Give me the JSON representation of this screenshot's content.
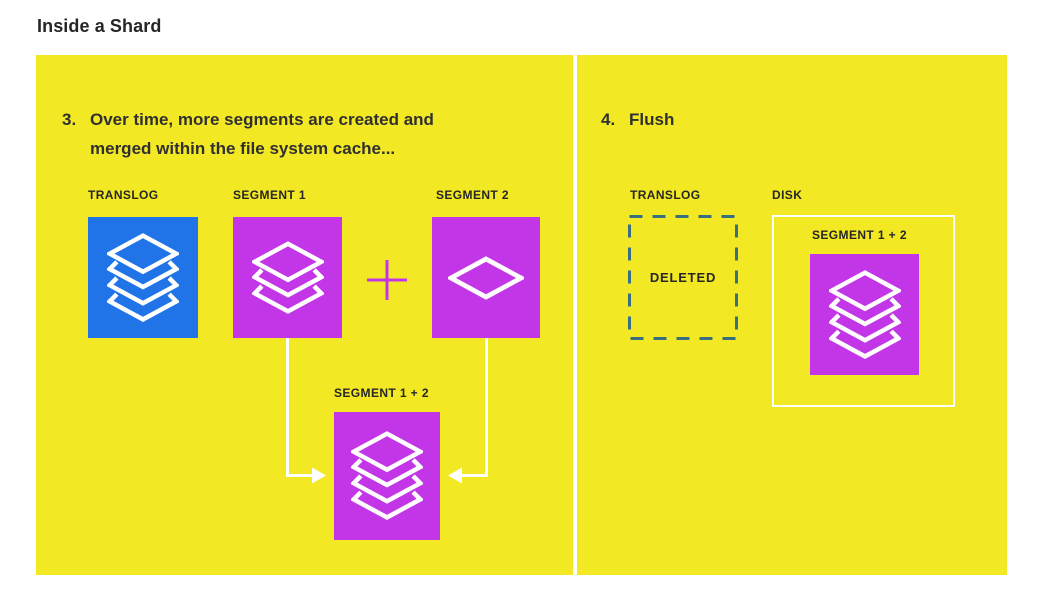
{
  "title": "Inside a Shard",
  "colors": {
    "yellow": "#F3E824",
    "blue": "#2074E8",
    "magenta": "#C336E8",
    "dash": "#376F7E",
    "ink": "#303030",
    "white": "#FFFFFF"
  },
  "step3": {
    "number": "3.",
    "heading_lines": [
      "Over time, more segments are created and",
      "merged within the file system cache..."
    ],
    "translog_label": "TRANSLOG",
    "segment1_label": "SEGMENT 1",
    "plus": "+",
    "segment2_label": "SEGMENT 2",
    "merged_label": "SEGMENT 1 + 2"
  },
  "step4": {
    "number": "4.",
    "heading": "Flush",
    "translog_label": "TRANSLOG",
    "deleted_label": "DELETED",
    "disk_label": "DISK",
    "merged_label": "SEGMENT 1 + 2"
  }
}
